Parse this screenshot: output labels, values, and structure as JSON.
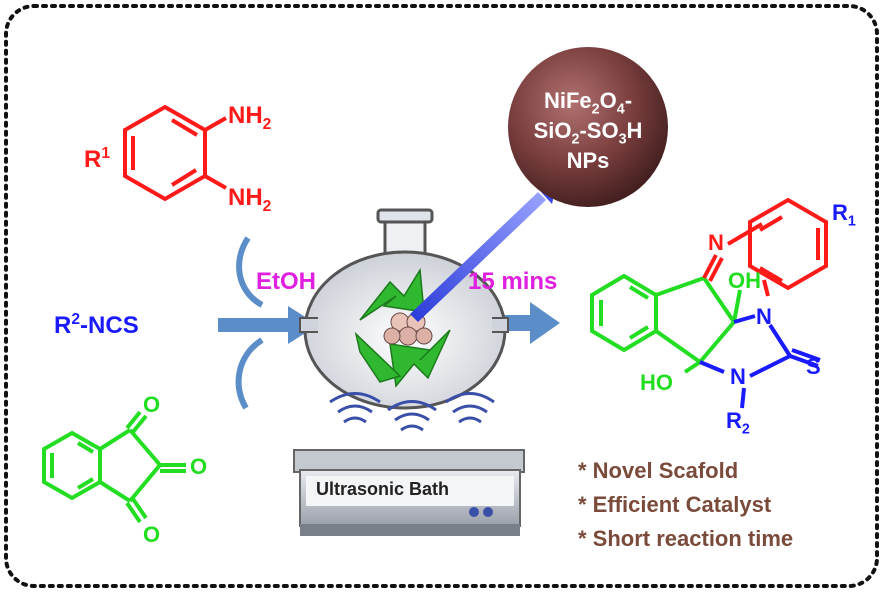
{
  "catalyst": {
    "line1": "NiFe",
    "line1_sub": "2",
    "line1_o": "O",
    "line1_sub2": "4",
    "line1_dash": "-",
    "line2_a": "SiO",
    "line2_sub": "2",
    "line2_b": "-SO",
    "line2_sub2": "3",
    "line2_c": "H",
    "line3": "NPs"
  },
  "reactant_diamine": {
    "r_label": "R",
    "r_sup": "1",
    "nh2_top": "NH",
    "nh2_top_sub": "2",
    "nh2_bottom": "NH",
    "nh2_bottom_sub": "2"
  },
  "reactant_ncs": {
    "r": "R",
    "sup": "2",
    "rest": "-NCS"
  },
  "reactant_indane": {
    "o1": "O",
    "o2": "O",
    "o3": "O"
  },
  "conditions": {
    "solvent": "EtOH",
    "time": "15 mins"
  },
  "bath_label": "Ultrasonic Bath",
  "product": {
    "n_imine": "N",
    "r1": "R",
    "r1_sub": "1",
    "oh_top": "OH",
    "n_ring": "N",
    "s": "S",
    "ho": "HO",
    "n_lower": "N",
    "r2": "R",
    "r2_sub": "2"
  },
  "features": [
    "* Novel Scafold",
    "* Efficient Catalyst",
    "* Short reaction time"
  ],
  "colors": {
    "border": "#111111",
    "catalyst_sphere": "#7a4040",
    "diamine": "#ff1a1a",
    "ncs": "#1a1aff",
    "indane": "#22dd22",
    "conditions": "#e020e0",
    "arrow": "#5b8ec9",
    "features": "#7a4a3a"
  }
}
